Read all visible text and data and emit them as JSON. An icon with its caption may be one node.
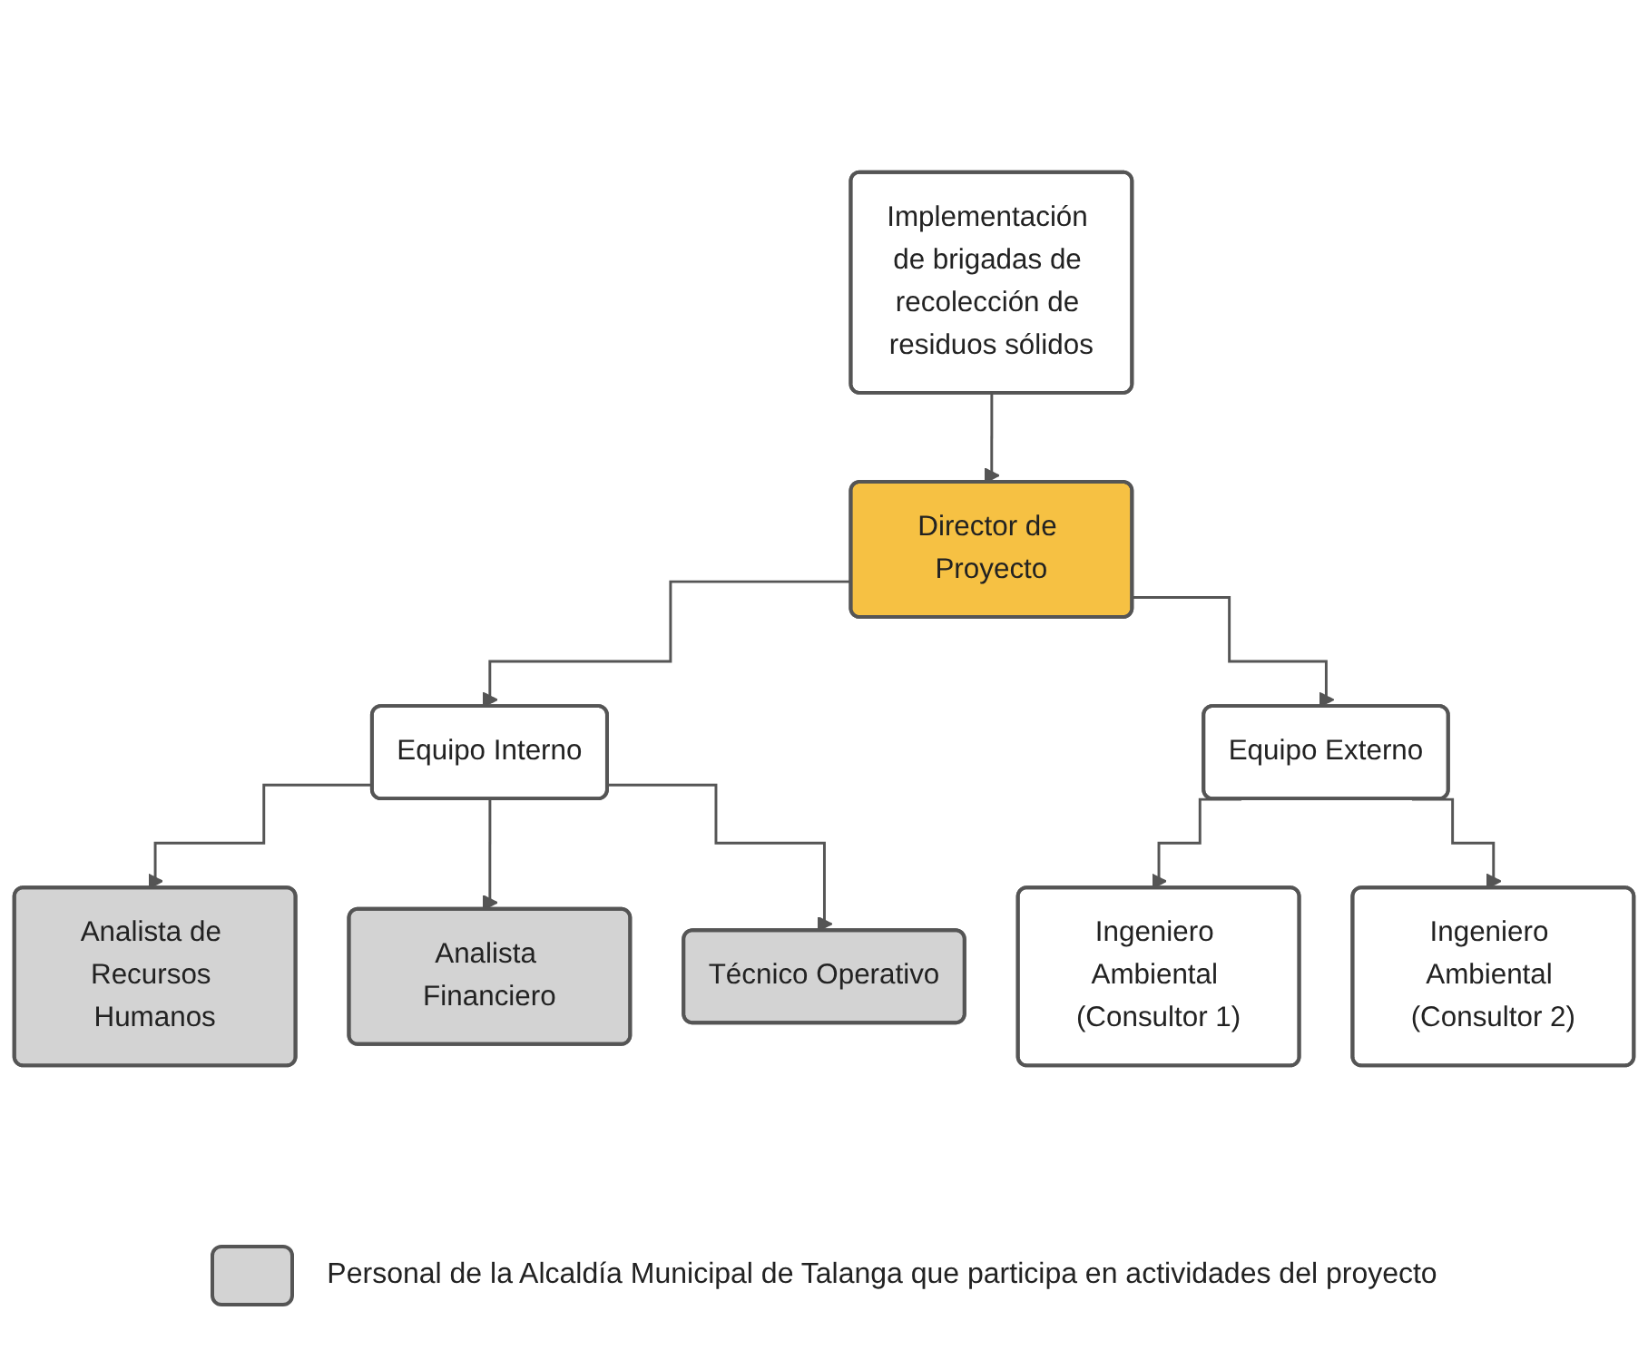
{
  "diagram": {
    "nodes": [
      {
        "text": [
          "Implementación de brigadas de recolección de residuos sólidos"
        ]
      },
      {
        "text": [
          "Director de Proyecto"
        ]
      },
      {
        "text": [
          "Equipo Interno"
        ]
      },
      {
        "text": [
          "Equipo Externo"
        ]
      },
      {
        "text": [
          "Analista de Recursos Humanos"
        ]
      },
      {
        "text": [
          "Analista Financiero"
        ]
      },
      {
        "text": [
          "Técnico Operativo"
        ]
      },
      {
        "text": [
          "Ingeniero Ambiental (Consultor 1)"
        ]
      },
      {
        "text": [
          "Ingeniero Ambiental (Consultor 2)"
        ]
      }
    ],
    "edges": [
      {
        "from": 0,
        "to": 1,
        "arrow": "to"
      },
      {
        "from": 1,
        "to": 2,
        "arrow": "to"
      },
      {
        "from": 1,
        "to": 3,
        "arrow": "to"
      },
      {
        "from": 2,
        "to": 4,
        "arrow": "to"
      },
      {
        "from": 2,
        "to": 5,
        "arrow": "to"
      },
      {
        "from": 2,
        "to": 6,
        "arrow": "to"
      },
      {
        "from": 3,
        "to": 7,
        "arrow": "to"
      },
      {
        "from": 3,
        "to": 8,
        "arrow": "to"
      }
    ],
    "legend": [
      {
        "text": "Personal de la Alcaldía Municipal de Talanga que participa en actividades del proyecto",
        "color": "#d3d3d3"
      }
    ]
  }
}
